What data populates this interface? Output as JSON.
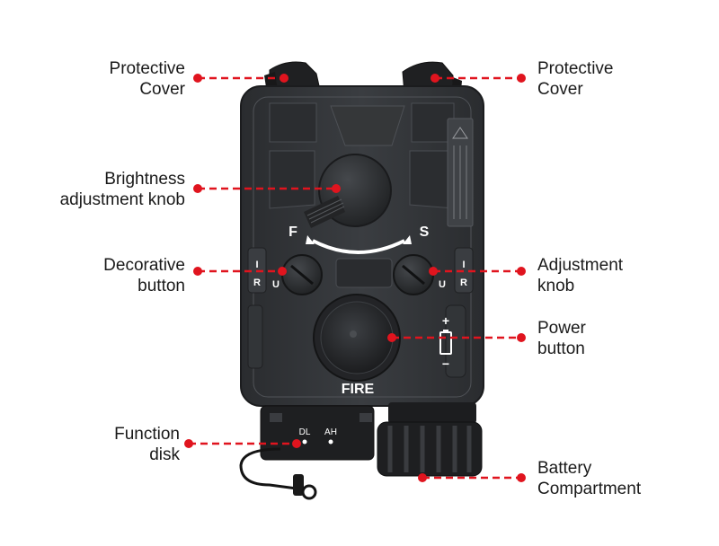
{
  "device": {
    "label_fire": "FIRE",
    "label_f": "F",
    "label_s": "S",
    "label_dl": "DL",
    "label_ah": "AH",
    "switch_left_top": "I",
    "switch_left_bottom": "R",
    "switch_right_top": "I",
    "switch_right_bottom": "R",
    "knob_left_u": "U",
    "knob_right_u": "U",
    "battery_plus": "+",
    "battery_minus": "−"
  },
  "callouts": {
    "protective_cover_left": {
      "line1": "Protective",
      "line2": "Cover"
    },
    "protective_cover_right": {
      "line1": "Protective",
      "line2": "Cover"
    },
    "brightness_knob": {
      "line1": "Brightness",
      "line2": "adjustment knob"
    },
    "decorative_button": {
      "line1": "Decorative",
      "line2": "button"
    },
    "adjustment_knob": {
      "line1": "Adjustment",
      "line2": "knob"
    },
    "power_button": {
      "line1": "Power",
      "line2": "button"
    },
    "function_disk": {
      "line1": "Function",
      "line2": "disk"
    },
    "battery_compartment": {
      "line1": "Battery",
      "line2": "Compartment"
    }
  },
  "colors": {
    "callout_red": "#e0141e",
    "body_dark": "#2e3033",
    "body_mid": "#3b3e42",
    "body_light": "#4a4d52",
    "text_dark": "#1a1a1a"
  }
}
